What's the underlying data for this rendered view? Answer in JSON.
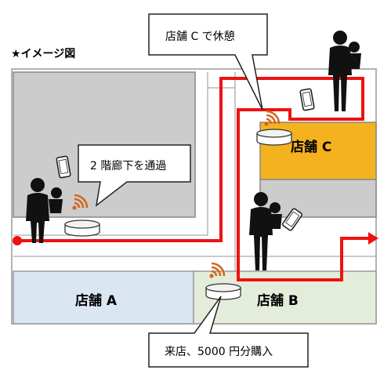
{
  "title": "★イメージ図",
  "stores": {
    "a": "店舗 A",
    "b": "店舗 B",
    "c": "店舗 C"
  },
  "callouts": {
    "rest": "店舗 C で休憩",
    "pass": "2 階廊下を通過",
    "purchase": "来店、5000 円分購入"
  },
  "colors": {
    "route": "#ee1111",
    "wifi": "#d2691e",
    "store_a": "#dbe6f3",
    "store_b": "#e4edd9",
    "store_c": "#f4b21e",
    "floor_gray": "#cccccc"
  }
}
